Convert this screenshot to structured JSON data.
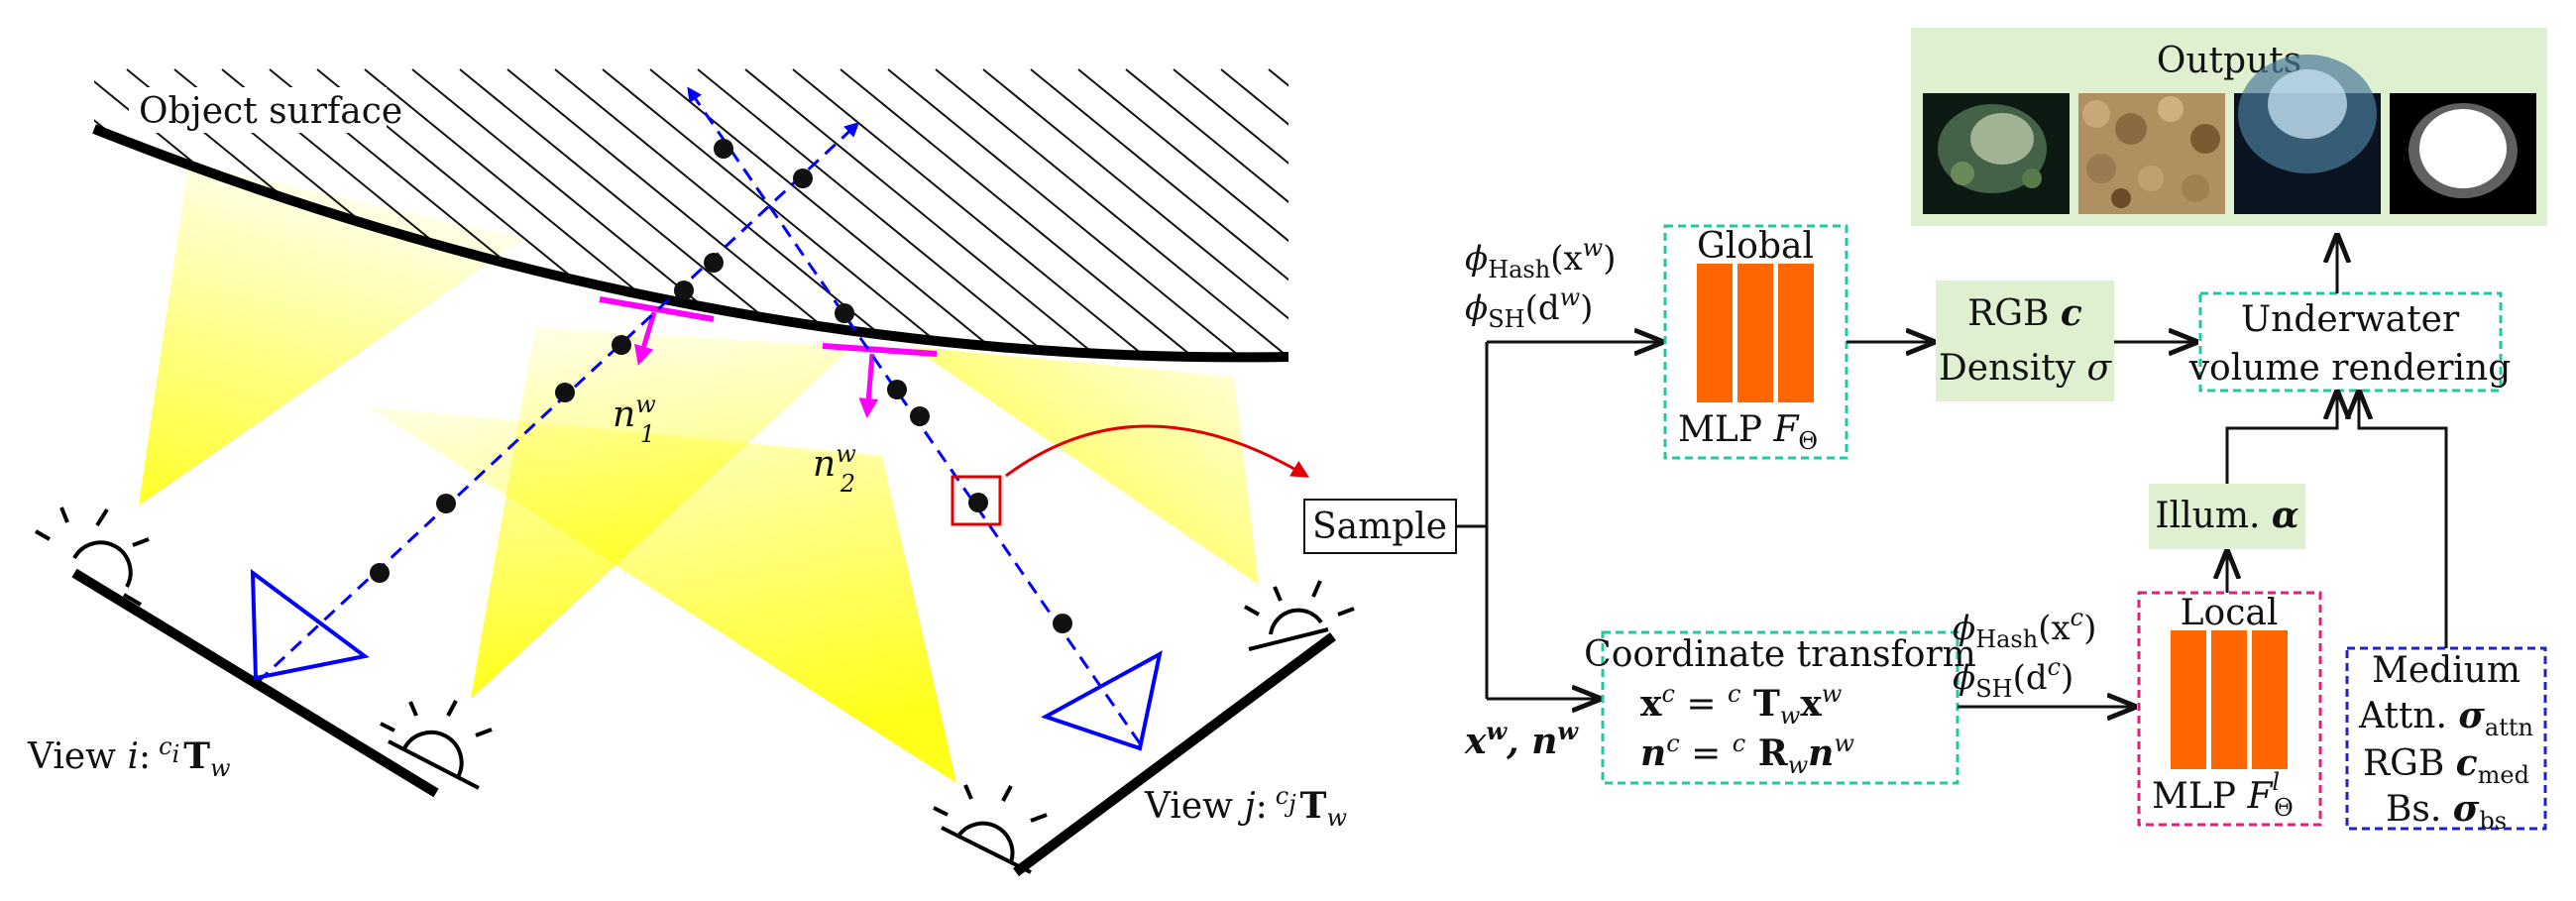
{
  "left": {
    "object_surface": "Object surface",
    "normal1": "n",
    "normal1_sup": "w",
    "normal1_sub": "1",
    "normal2": "n",
    "normal2_sup": "w",
    "normal2_sub": "2",
    "view_i_prefix": "View ",
    "view_i_var": "i",
    "view_i_sup": "c",
    "view_i_supsub": "i",
    "view_i_T": "T",
    "view_i_sub": "w",
    "view_j_prefix": "View ",
    "view_j_var": "j",
    "view_j_sup": "c",
    "view_j_supsub": "j",
    "view_j_T": "T",
    "view_j_sub": "w",
    "colon": ":"
  },
  "pipeline": {
    "sample": "Sample",
    "phi": "ϕ",
    "hash": "Hash",
    "sh": "SH",
    "xw": "(x",
    "dw": "(d",
    "w": "w",
    "c": "c",
    "close": ")",
    "xw_nw_x": "x",
    "xw_nw_n": ", n",
    "global_title": "Global",
    "global_mlp": "MLP ",
    "F": "F",
    "Theta": "Θ",
    "local_title": "Local",
    "local_mlp": "MLP ",
    "l": "l",
    "rgb_c": "RGB ",
    "c_bold": "c",
    "density": "Density ",
    "sigma": "σ",
    "render_line1": "Underwater",
    "render_line2": "volume rendering",
    "outputs": "Outputs",
    "illum": "Illum. ",
    "alpha": "α",
    "coord_title": "Coordinate transform",
    "coord_eq1_x": "x",
    "coord_eq1_rhs": " T",
    "coord_eq2_n": "n",
    "coord_eq2_rhs": " R",
    "eq": " = ",
    "medium_title": "Medium",
    "attn": "Attn. ",
    "attn_sub": "attn",
    "rgb_med": "RGB ",
    "med_sub": "med",
    "bs": "Bs. ",
    "bs_sub": "bs"
  },
  "colors": {
    "beam": "#ffff00",
    "camera": "#0000ff",
    "normal": "#ff00ff",
    "mlp": "#ff6600",
    "box_fill": "#dff0d0",
    "teal_dash": "#20c8a0",
    "magenta_dash": "#e0207a",
    "blue_dash": "#2020d0",
    "red": "#e00000"
  }
}
